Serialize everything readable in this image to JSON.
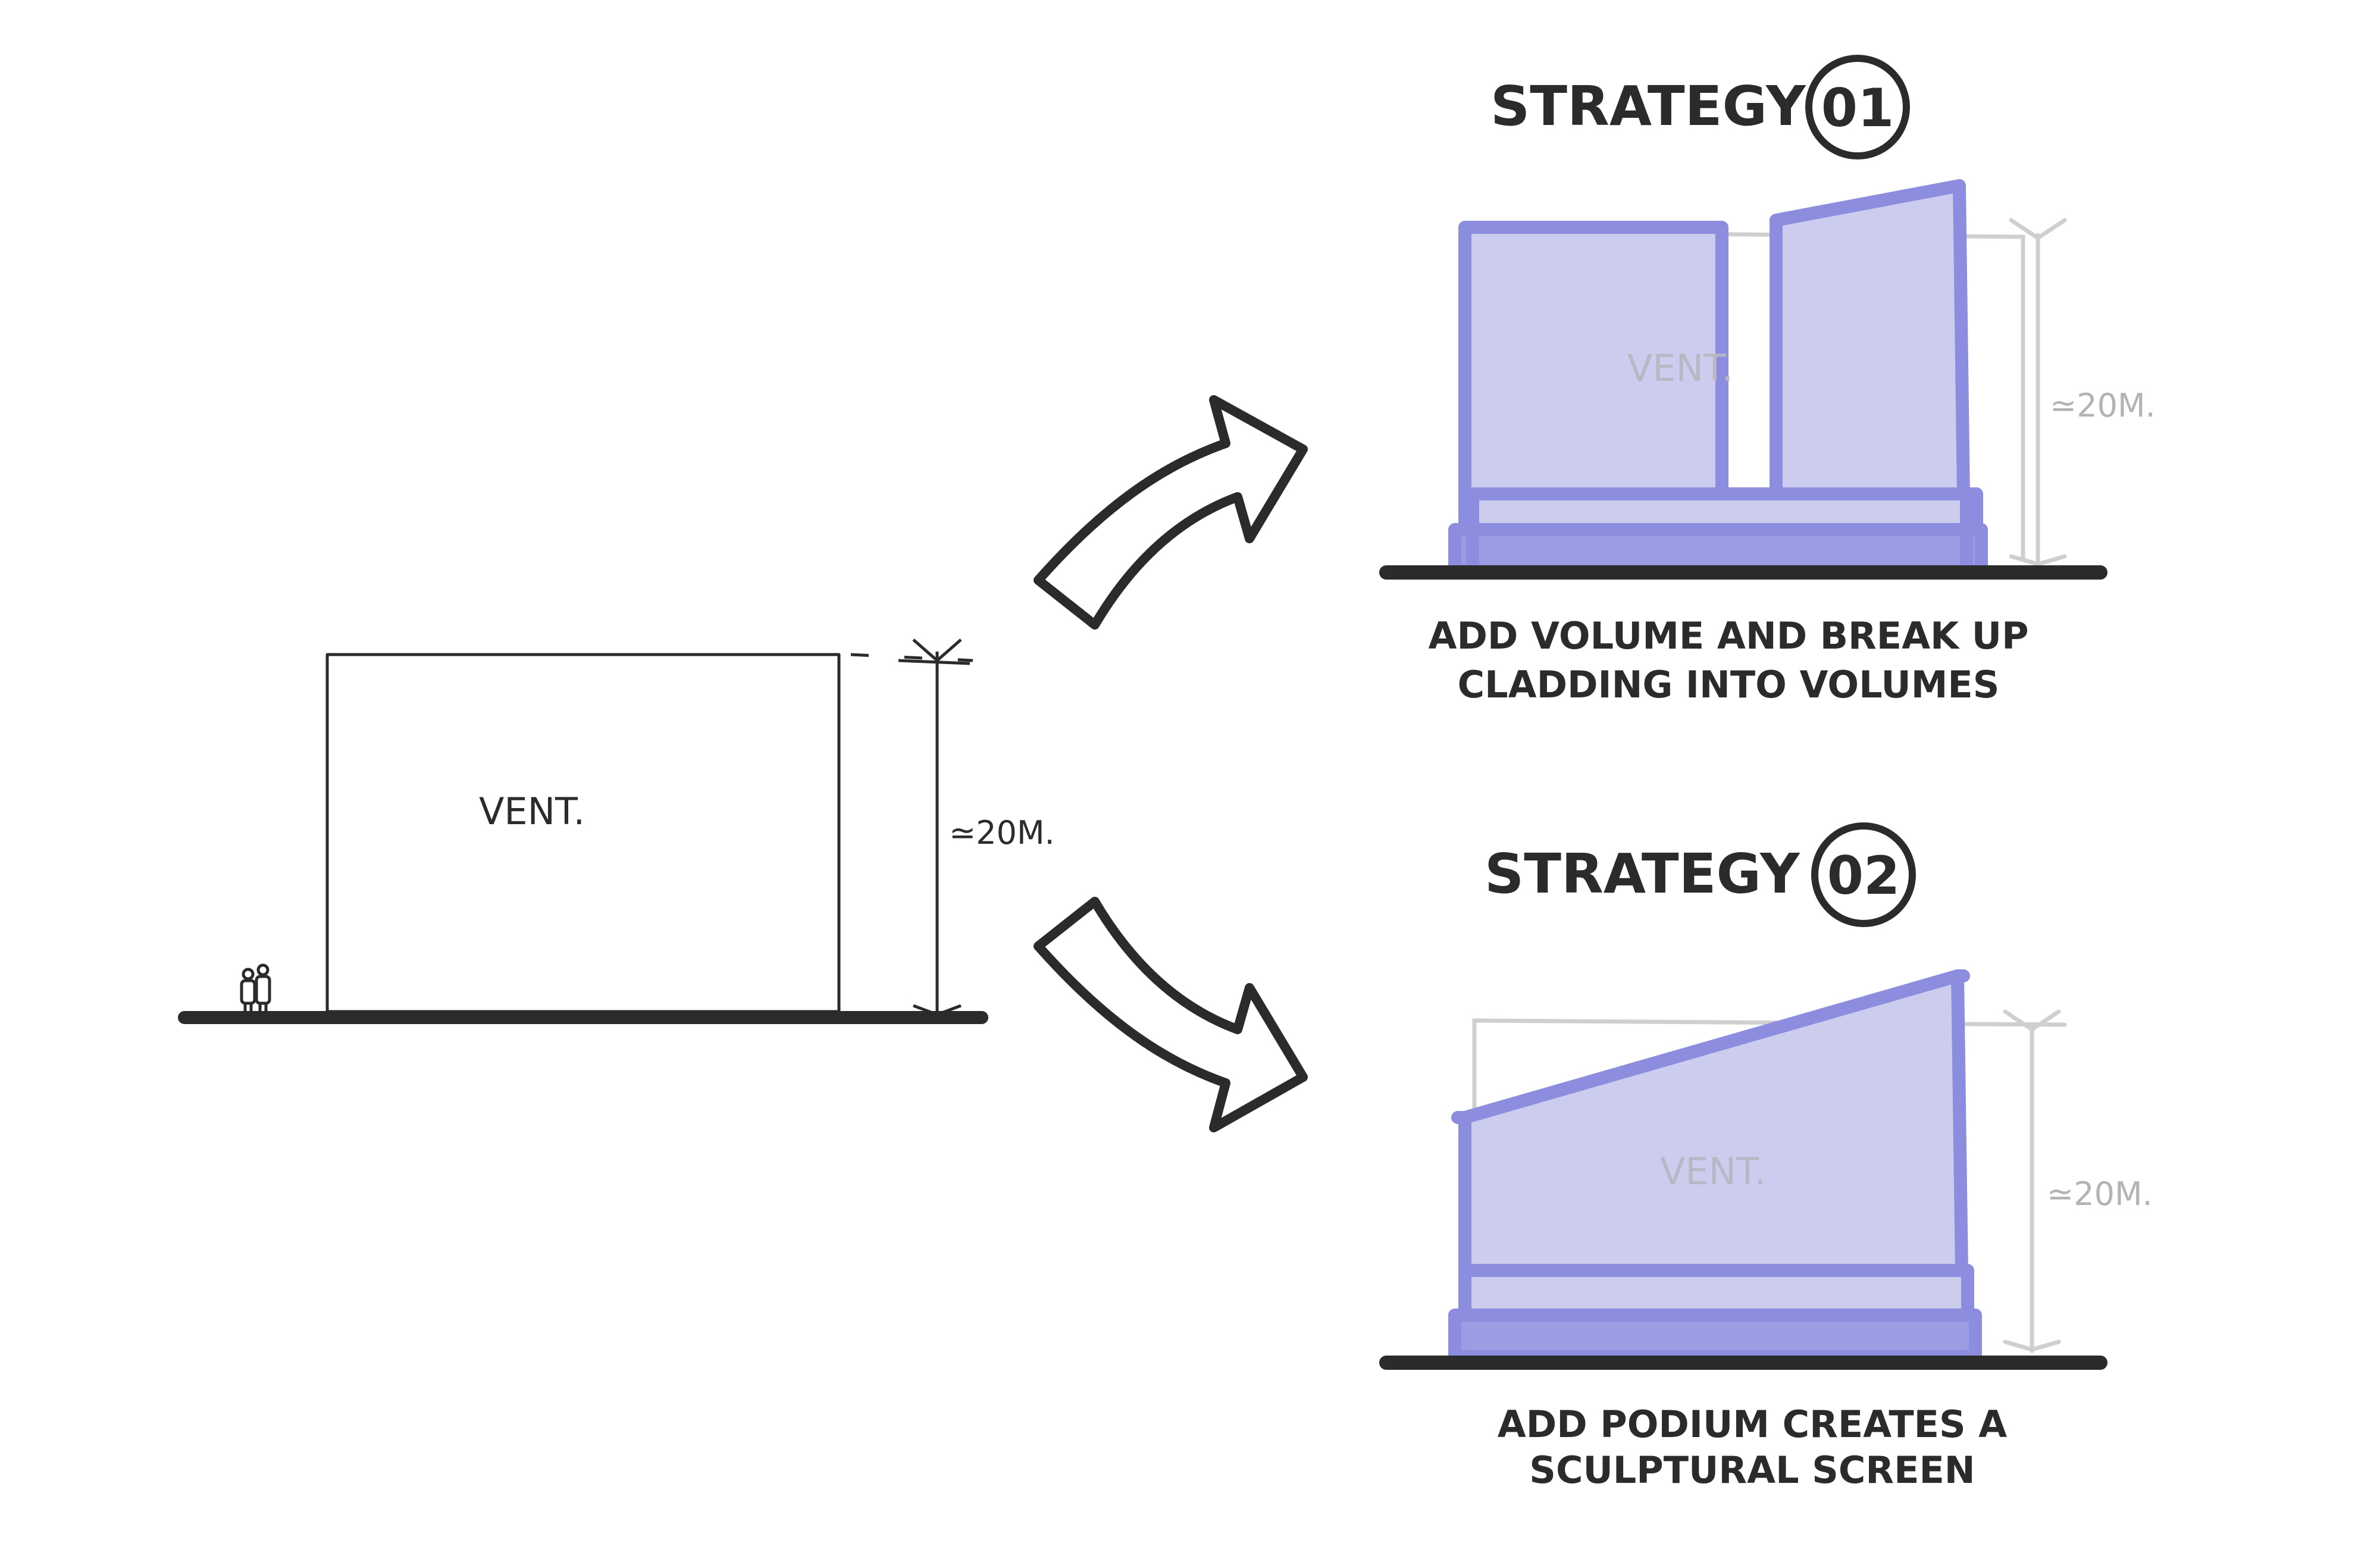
{
  "existing": {
    "building_label": "VENT.",
    "height_label": "≃20M."
  },
  "strategy1": {
    "title": "STRATEGY",
    "number": "01",
    "building_label": "VENT.",
    "height_label": "≃20M.",
    "caption_line1": "ADD VOLUME AND BREAK UP",
    "caption_line2": "CLADDING INTO VOLUMES"
  },
  "strategy2": {
    "title": "STRATEGY",
    "number": "02",
    "building_label": "VENT.",
    "height_label": "≃20M.",
    "caption_line1": "ADD PODIUM CREATES A",
    "caption_line2": "SCULPTURAL SCREEN"
  },
  "colors": {
    "ink": "#2b2b2b",
    "accent": "#8d8ddf",
    "accent_fill": "#cccdee",
    "guide": "#cfcfcf"
  }
}
